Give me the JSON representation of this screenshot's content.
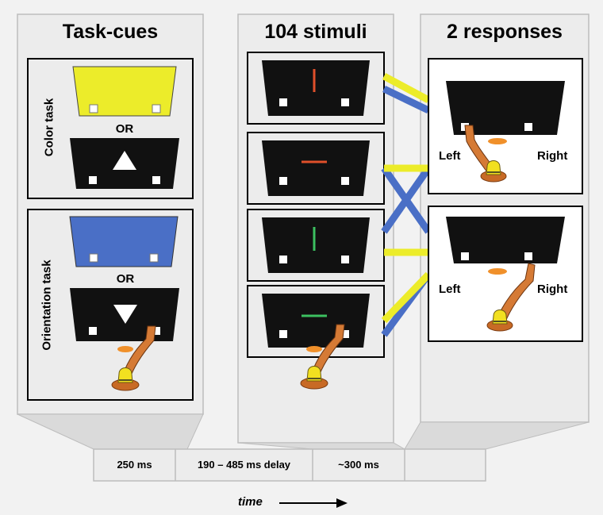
{
  "panels": {
    "task_cues": {
      "title": "Task-cues"
    },
    "stimuli": {
      "title": "104 stimuli"
    },
    "responses": {
      "title": "2 responses"
    }
  },
  "task_groups": {
    "color": {
      "label": "Color task",
      "or_label": "OR",
      "cue_color": "#ecec2a"
    },
    "orientation": {
      "label": "Orientation task",
      "or_label": "OR",
      "cue_color": "#4a6fc6"
    }
  },
  "responses": {
    "left_label": "Left",
    "right_label": "Right"
  },
  "timeline": {
    "segments": [
      "250 ms",
      "190 – 485 ms delay",
      "~300 ms",
      ""
    ],
    "axis_label": "time"
  },
  "colors": {
    "yellow": "#ecec2a",
    "blue": "#4a6fc6",
    "red_stimulus": "#e0502a",
    "green_stimulus": "#3cc060",
    "hand": "#d57a35",
    "screen": "#111111"
  },
  "icons": {
    "triangle_up": "triangle-up-icon",
    "triangle_down": "triangle-down-icon",
    "hand": "hand-response-icon",
    "time_arrow": "arrow-right-icon"
  }
}
